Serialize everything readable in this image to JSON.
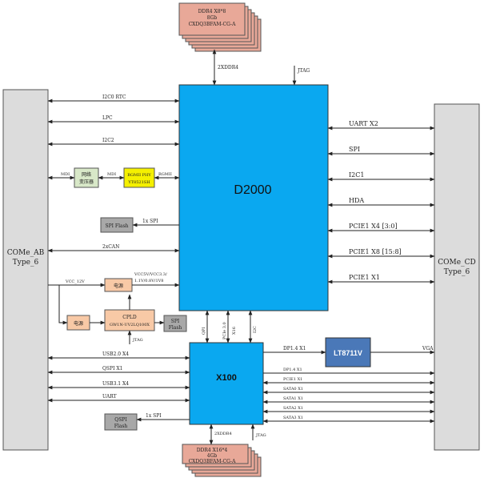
{
  "blocks": {
    "d2000": "D2000",
    "x100": "X100",
    "lt8711v": "LT8711V",
    "come_ab": [
      "COMe_AB",
      "Type_6"
    ],
    "come_cd": [
      "COMe_CD",
      "Type_6"
    ],
    "ddr_top": [
      "DDR4 X8*8",
      "8Gb",
      "CXDQ3BFAM-CG-A"
    ],
    "ddr_bottom": [
      "DDR4 X16*4",
      "4Gb",
      "CXDQ3BFAM-CG-A"
    ],
    "transformer": [
      "网络",
      "变压器"
    ],
    "phy": [
      "RGMII PHY",
      "YT8521SH"
    ],
    "spi_flash_left": "SPI Flash",
    "power_top": "电源",
    "power_bottom": "电源",
    "cpld": [
      "CPLD",
      "GW1N-UV2LQ100X"
    ],
    "spi_flash_cpld": [
      "SPI",
      "Flash"
    ],
    "qspi_flash": [
      "QSPI",
      "Flash"
    ]
  },
  "signals": {
    "ddr_top_bus": "2XDDR4",
    "jtag_top": "JTAG",
    "i2c0_rtc": "I2C0 RTC",
    "lpc": "LPC",
    "i2c2": "I2C2",
    "mdi_left": "MDI",
    "mdi_mid": "MDI",
    "rgmii": "RGMII",
    "spi_1x": "1x SPI",
    "i2c_alt": "2xCAN",
    "vcc_12v": "VCC_12V",
    "power_rails": [
      "VCC5V/VCC3.3/",
      "1.1V/0.8V/1V8"
    ],
    "jtag_cpld": "JTAG",
    "qpi": "QPI",
    "pcie_30": "PCIe 3.0",
    "x16": "X16",
    "i2c_v": "I2C",
    "uart_x2": "UART X2",
    "spi": "SPI",
    "i2c1": "I2C1",
    "hda": "HDA",
    "pcie_x4": "PCIE1 X4 [3:0]",
    "pcie_x8": "PCIE1 X8 [15:8]",
    "pcie_x1": "PCIE1 X1",
    "dp_x1": "DP1.4 X1",
    "vga": "VGA",
    "usb20": "USB2.0 X4",
    "qspi_x1": "QSPI X1",
    "usb31": "USB3.1 X4",
    "uart": "UART",
    "dp14_r": "DP1.4 X1",
    "pcie1_x1_r": "PCIE1 X1",
    "satao": "SATA0 X1",
    "sata1": "SATA1 X1",
    "sata2": "SATA2 X1",
    "sata3": "SATA3 X1",
    "qspi_1x": "1x SPI",
    "ddr_bottom_bus": "2XDDR4",
    "jtag_bottom": "JTAG"
  },
  "colors": {
    "cpu": "#0aa8f0",
    "come": "#dcdcdc",
    "ddr": "#e8a898",
    "power": "#f8c9a6",
    "phy": "#f5f000",
    "transformer": "#d8e8c8",
    "flash": "#a8a8a8",
    "lt": "#4a78b8"
  }
}
